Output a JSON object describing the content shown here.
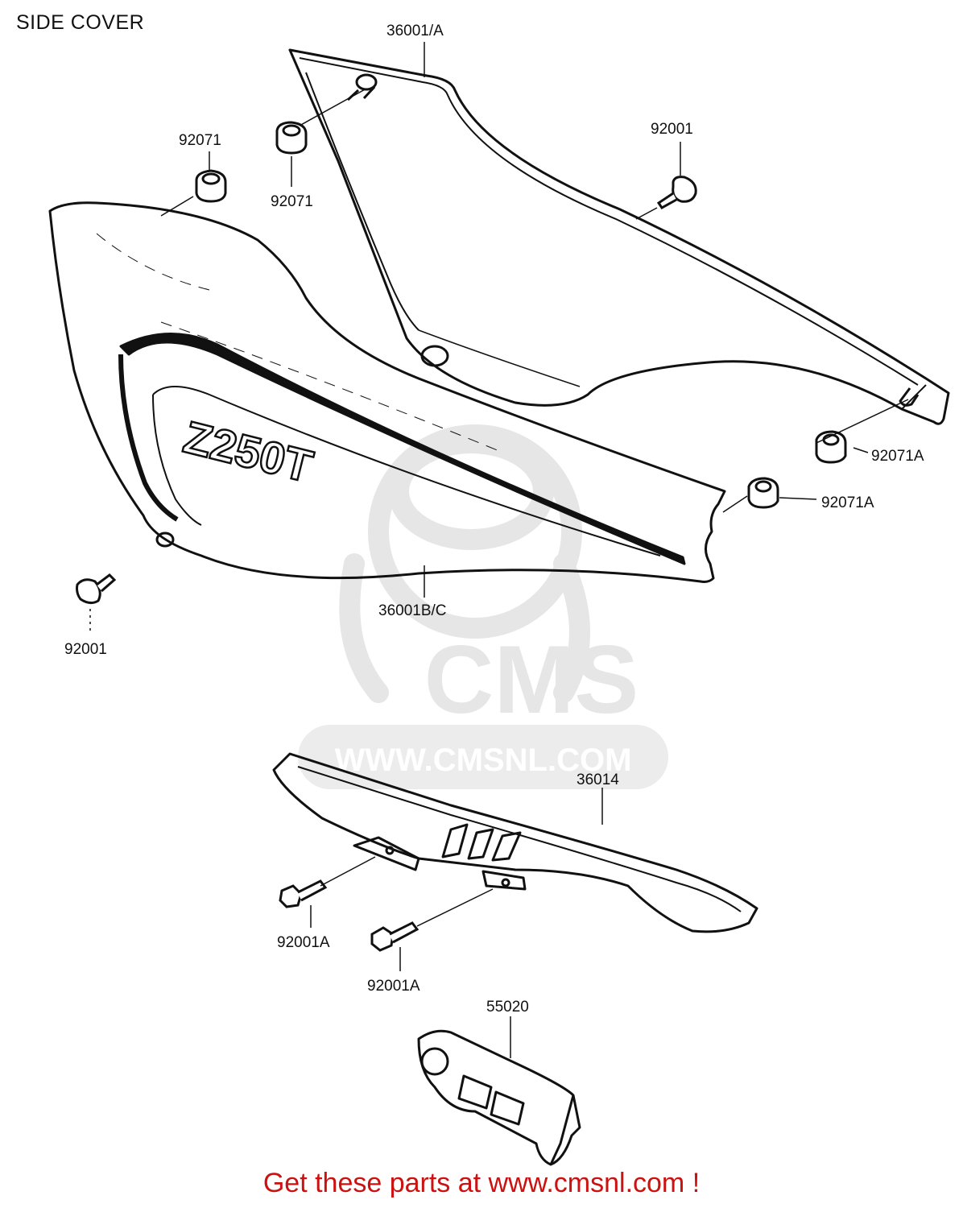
{
  "title": "SIDE COVER",
  "parts": {
    "cover_a": "36001/A",
    "cover_bc": "36001B/C",
    "grommet_top": "92071",
    "grommet_mid": "92071",
    "screw_top": "92001",
    "screw_left": "92001",
    "grommet_right_top": "92071A",
    "grommet_right_mid": "92071A",
    "chain_case": "36014",
    "bolt_1": "92001A",
    "bolt_2": "92001A",
    "guide": "55020"
  },
  "decal_text": "Z250T",
  "watermark": {
    "logo": "CMS",
    "url": "WWW.CMSNL.COM"
  },
  "footer": "Get these parts at www.cmsnl.com !",
  "colors": {
    "line": "#111111",
    "footer": "#cc1111",
    "watermark": "#e6e6e6"
  }
}
